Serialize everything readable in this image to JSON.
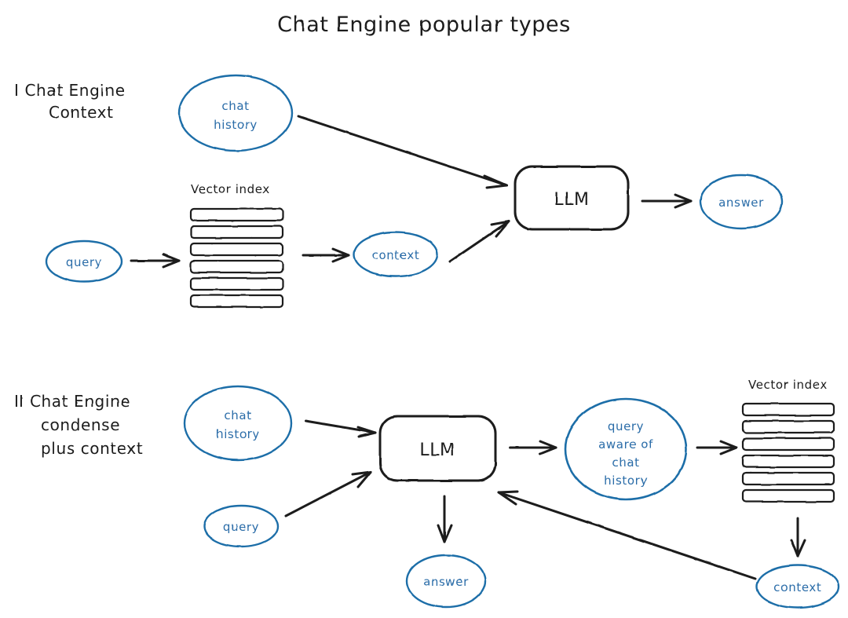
{
  "page": {
    "title": "Chat Engine popular types",
    "background_color": "#ffffff",
    "ink_color": "#1b1b1b",
    "accent_color": "#1f6ea8",
    "accent_text_color": "#2a6ca8"
  },
  "sections": [
    {
      "id": "section-1",
      "label_lines": [
        "I Chat Engine",
        "Context"
      ],
      "nodes": {
        "chat_history": "chat\nhistory",
        "chat_history_line1": "chat",
        "chat_history_line2": "history",
        "query": "query",
        "vector_index_label": "Vector index",
        "vector_index_bars": 6,
        "context": "context",
        "llm": "LLM",
        "answer": "answer"
      },
      "edges": [
        {
          "from": "chat_history",
          "to": "llm",
          "style": "diagonal-down-right"
        },
        {
          "from": "query",
          "to": "vector_index",
          "style": "horizontal"
        },
        {
          "from": "vector_index",
          "to": "context",
          "style": "horizontal"
        },
        {
          "from": "context",
          "to": "llm",
          "style": "diagonal-up-right"
        },
        {
          "from": "llm",
          "to": "answer",
          "style": "horizontal"
        }
      ]
    },
    {
      "id": "section-2",
      "label_lines": [
        "II Chat Engine",
        "condense",
        "plus context"
      ],
      "nodes": {
        "chat_history_line1": "chat",
        "chat_history_line2": "history",
        "query": "query",
        "llm": "LLM",
        "query_aware_line1": "query",
        "query_aware_line2": "aware of",
        "query_aware_line3": "chat",
        "query_aware_line4": "history",
        "vector_index_label": "Vector index",
        "vector_index_bars": 6,
        "answer": "answer",
        "context": "context"
      },
      "edges": [
        {
          "from": "chat_history",
          "to": "llm",
          "style": "horizontal"
        },
        {
          "from": "query",
          "to": "llm",
          "style": "diagonal-up-right"
        },
        {
          "from": "llm",
          "to": "query_aware",
          "style": "horizontal"
        },
        {
          "from": "query_aware",
          "to": "vector_index",
          "style": "horizontal"
        },
        {
          "from": "llm",
          "to": "answer",
          "style": "vertical-down"
        },
        {
          "from": "vector_index",
          "to": "context",
          "style": "vertical-down"
        },
        {
          "from": "context",
          "to": "llm",
          "style": "diagonal-up-left-long"
        }
      ]
    }
  ]
}
